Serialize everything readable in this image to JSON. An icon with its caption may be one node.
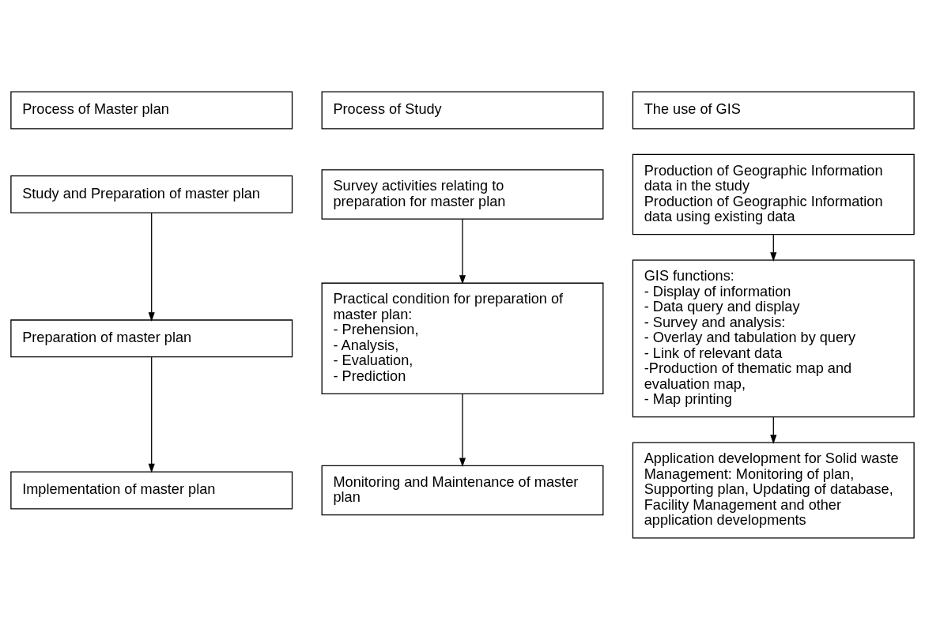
{
  "diagram": {
    "nodes": [
      {
        "text": [
          "Process of Master plan"
        ]
      },
      {
        "text": [
          "Process of Study"
        ]
      },
      {
        "text": [
          "The use of GIS"
        ]
      },
      {
        "text": [
          "Study and Preparation of master plan"
        ]
      },
      {
        "text": [
          "Survey activities relating to preparation for master plan"
        ]
      },
      {
        "text": [
          "Production of Geographic Information data in the study",
          "Production of Geographic Information data using existing data"
        ]
      },
      {
        "text": [
          "Preparation of master plan"
        ]
      },
      {
        "text": [
          "Practical condition for preparation of master plan:",
          "- Prehension,",
          "- Analysis,",
          "- Evaluation,",
          "- Prediction"
        ]
      },
      {
        "text": [
          "GIS functions:",
          "- Display of information",
          "- Data query and display",
          "- Survey and analysis:",
          "- Overlay and tabulation by query",
          "- Link of relevant data",
          "-Production of thematic map and evaluation map,",
          "- Map printing"
        ]
      },
      {
        "text": [
          "Implementation of master plan"
        ]
      },
      {
        "text": [
          "Monitoring and Maintenance of master plan"
        ]
      },
      {
        "text": [
          "Application development for Solid waste Management: Monitoring of plan, Supporting plan, Updating of database, Facility Management and other application developments"
        ]
      }
    ],
    "edges": [
      {
        "from": 3,
        "to": 6,
        "arrow": "to"
      },
      {
        "from": 6,
        "to": 9,
        "arrow": "to"
      },
      {
        "from": 4,
        "to": 7,
        "arrow": "to"
      },
      {
        "from": 7,
        "to": 10,
        "arrow": "to"
      },
      {
        "from": 5,
        "to": 8,
        "arrow": "to"
      },
      {
        "from": 8,
        "to": 11,
        "arrow": "to"
      }
    ]
  }
}
